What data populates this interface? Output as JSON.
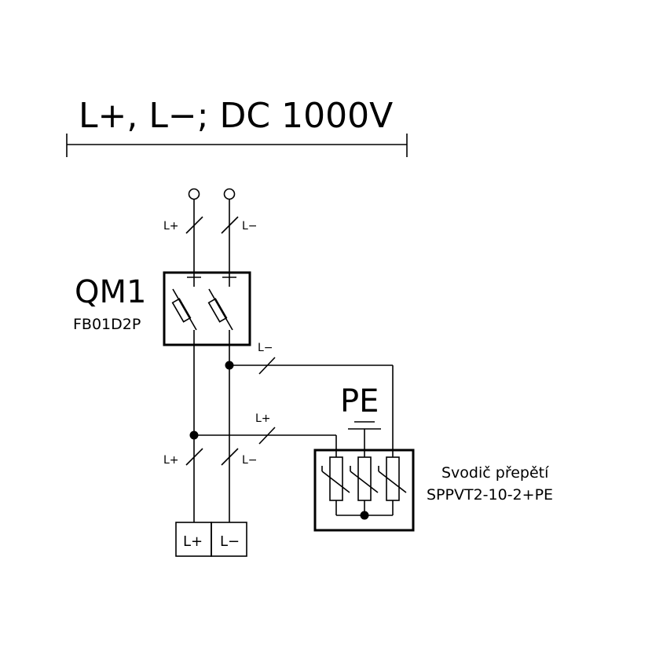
{
  "title": "L+, L−; DC 1000V",
  "breaker": {
    "name": "QM1",
    "model": "FB01D2P"
  },
  "wire_labels": {
    "in_plus": "L+",
    "in_minus": "L−",
    "tap_minus": "L−",
    "tap_plus": "L+",
    "out_plus": "L+",
    "out_minus": "L−"
  },
  "ground": {
    "label": "PE"
  },
  "surge_arrester": {
    "label": "Svodič přepětí",
    "model": "SPPVT2-10-2+PE"
  },
  "terminals": {
    "plus": "L+",
    "minus": "L−"
  }
}
